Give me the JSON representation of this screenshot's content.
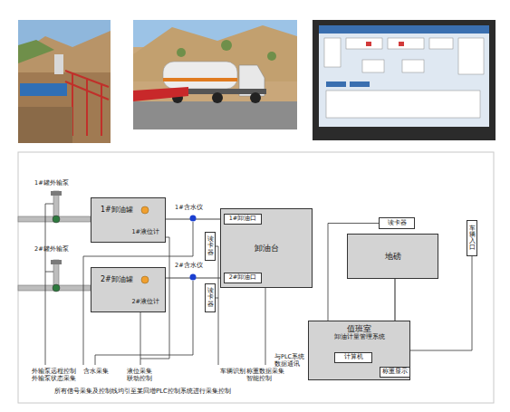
{
  "diagram": {
    "nodes": [
      {
        "text": [
          "1#卸油罐",
          "1#液位计"
        ]
      },
      {
        "text": [
          "读卡器"
        ]
      },
      {
        "text": [
          "卸油台"
        ]
      },
      {
        "text": [
          "1#卸油口"
        ],
        "in": 2
      },
      {
        "text": [
          "2#卸油口"
        ],
        "in": 2
      },
      {
        "text": [
          "读卡器"
        ]
      },
      {
        "text": [
          "车辆入口"
        ]
      },
      {
        "text": [
          "地磅"
        ]
      },
      {
        "text": [
          "2#卸油罐",
          "2#液位计"
        ]
      },
      {
        "text": [
          "读卡器"
        ]
      },
      {
        "text": [
          "值班室",
          "卸油计量管理系统"
        ]
      },
      {
        "text": [
          "计算机"
        ],
        "in": 10
      },
      {
        "text": [
          "称重显示"
        ],
        "in": 10
      }
    ],
    "edges": [
      {
        "from": 0,
        "to": 3,
        "arrow": "none"
      },
      {
        "from": 8,
        "to": 4,
        "arrow": "none"
      },
      {
        "from": 7,
        "to": 12,
        "arrow": "none"
      }
    ],
    "labels": [
      "1#罐外输泵",
      "2#罐外输泵",
      "1#含水仪",
      "2#含水仪",
      "外输泵远程控制 外输泵状态采集",
      "含水采集",
      "液位采集 联动控制",
      "车辆识别",
      "称重数据采集 智能控制",
      "与PLC系统 数据通讯",
      "所有信号采集及控制线均引至某回增PLC控制系统进行采集控制"
    ]
  }
}
